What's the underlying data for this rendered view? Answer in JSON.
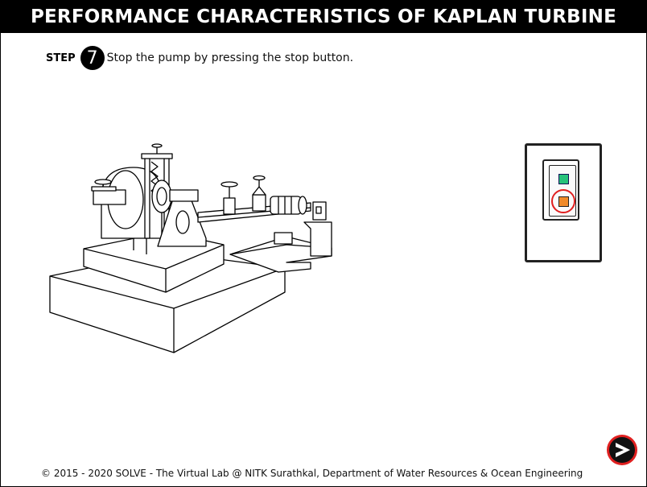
{
  "header": {
    "title": "PERFORMANCE CHARACTERISTICS OF KAPLAN TURBINE"
  },
  "step": {
    "label": "STEP",
    "number": "7",
    "instruction": "Stop the pump by pressing the stop button."
  },
  "panel": {
    "start_color": "#27c27a",
    "stop_color": "#f08a2a",
    "highlight_color": "#e02020"
  },
  "footer": {
    "text": "© 2015 - 2020 SOLVE - The Virtual Lab @ NITK Surathkal, Department of Water Resources & Ocean Engineering"
  },
  "nav": {
    "next_icon": "next-arrow-icon"
  }
}
